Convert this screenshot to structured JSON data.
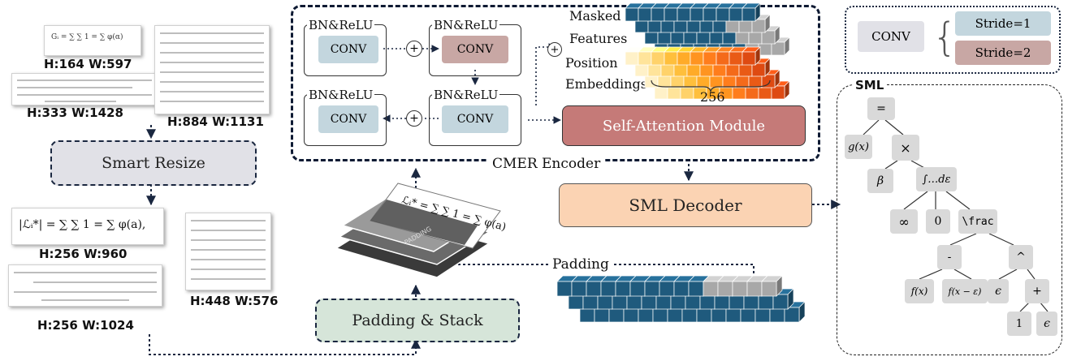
{
  "thumbnails": {
    "a": {
      "formula": "Gᵢ = ∑ ∑ 1 = ∑ φ(α)",
      "size": "H:164 W:597"
    },
    "b": {
      "size": "H:333 W:1428"
    },
    "c": {
      "size": "H:884 W:1131"
    },
    "d": {
      "formula": "|ℒᵢ*| = ∑ ∑ 1 = ∑ φ(a),",
      "size": "H:256 W:960"
    },
    "e": {
      "size": "H:256 W:1024"
    },
    "f": {
      "size": "H:448 W:576"
    }
  },
  "smart_resize": {
    "label": "Smart Resize"
  },
  "padding_stack": {
    "label": "Padding & Stack"
  },
  "stack": {
    "formula": "ℒᵢ* = ∑ ∑ 1 = ∑ φ(a)",
    "padding_tag": "PADDING"
  },
  "encoder": {
    "title": "CMER Encoder",
    "blocks": [
      {
        "head": "BN&ReLU",
        "conv": "CONV"
      },
      {
        "head": "BN&ReLU",
        "conv": "CONV"
      },
      {
        "head": "BN&ReLU",
        "conv": "CONV"
      },
      {
        "head": "BN&ReLU",
        "conv": "CONV"
      }
    ],
    "plus": "+",
    "masked_features": [
      "Masked",
      "Features"
    ],
    "position_embeddings": [
      "Position",
      "Embeddings"
    ],
    "dim": "256",
    "attention": "Self-Attention Module"
  },
  "decoder": {
    "label": "SML Decoder"
  },
  "padding_label": "Padding",
  "legend": {
    "conv": "CONV",
    "stride1": "Stride=1",
    "stride2": "Stride=2",
    "brace": "{"
  },
  "sml": {
    "title": "SML",
    "nodes": {
      "eq": "=",
      "gx": "g(x)",
      "times": "×",
      "beta": "β",
      "integral": "∫…dε",
      "inf": "∞",
      "zero": "0",
      "frac": "\\frac",
      "minus": "-",
      "hat": "^",
      "fx": "f(x)",
      "fxe": "f(x − ε)",
      "eps1": "ϵ",
      "plus": "+",
      "one": "1",
      "eps2": "ϵ"
    }
  },
  "colors": {
    "conv_blue": "#c3d6de",
    "conv_pink": "#c8a7a4",
    "attention": "#c57a78",
    "decoder": "#fbd3b3",
    "padding_stack": "#d6e5d9",
    "smart_resize": "#e1e1e7",
    "cube": "#1f5a7d",
    "cube_pad": "#a8a8a8"
  }
}
